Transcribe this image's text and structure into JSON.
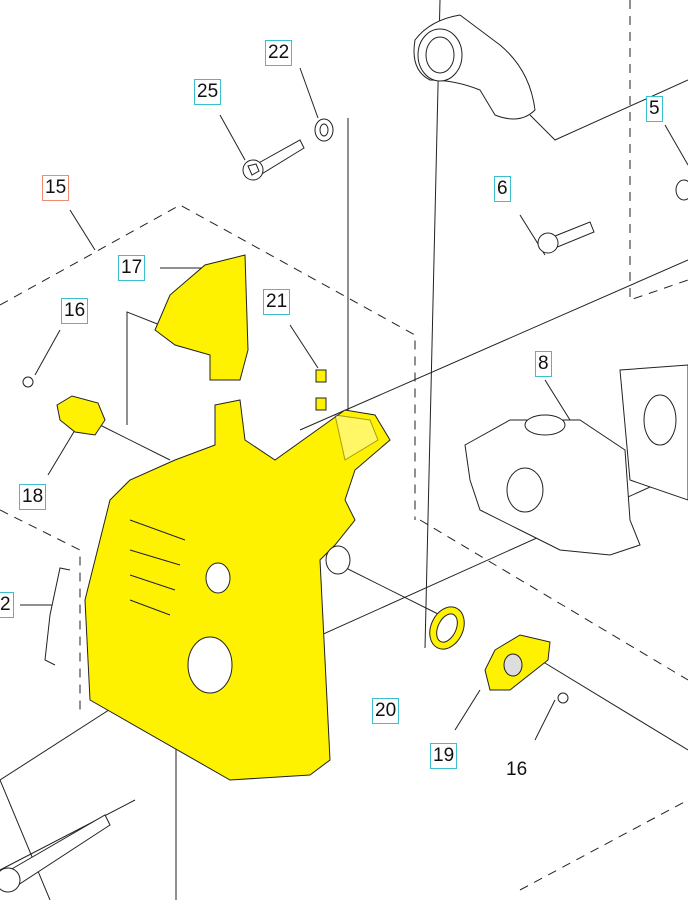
{
  "colors": {
    "part_fill": "#fff200",
    "callout_border": "#3bbfcf",
    "highlight_border": "#f08a70",
    "line": "#222222"
  },
  "callouts": [
    {
      "id": "c22",
      "text": "22",
      "style": "boxed"
    },
    {
      "id": "c25",
      "text": "25",
      "style": "boxed"
    },
    {
      "id": "c15",
      "text": "15",
      "style": "highlighted"
    },
    {
      "id": "c17",
      "text": "17",
      "style": "boxed"
    },
    {
      "id": "c21",
      "text": "21",
      "style": "boxed"
    },
    {
      "id": "c16a",
      "text": "16",
      "style": "boxed"
    },
    {
      "id": "c18",
      "text": "18",
      "style": "boxed"
    },
    {
      "id": "c2",
      "text": "2",
      "style": "boxed"
    },
    {
      "id": "c5",
      "text": "5",
      "style": "boxed"
    },
    {
      "id": "c6",
      "text": "6",
      "style": "boxed"
    },
    {
      "id": "c8",
      "text": "8",
      "style": "boxed"
    },
    {
      "id": "c20",
      "text": "20",
      "style": "boxed"
    },
    {
      "id": "c19",
      "text": "19",
      "style": "boxed"
    },
    {
      "id": "c16b",
      "text": "16",
      "style": "plain"
    }
  ]
}
